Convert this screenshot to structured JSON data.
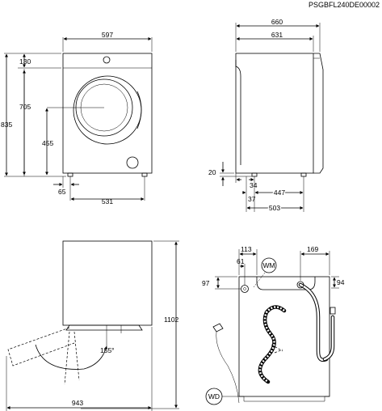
{
  "doc_code": "PSGBFL240DE00002",
  "front": {
    "width": "597",
    "height_total": "835",
    "top_panel": "130",
    "door_center": "705",
    "door_bottom": "455",
    "feet_width": "531",
    "foot_offset": "65"
  },
  "side": {
    "depth_total": "660",
    "depth_body": "631",
    "foot_height": "20",
    "foot_front": "34",
    "foot_rear_offset": "37",
    "foot_span": "447",
    "depth_feet": "503"
  },
  "top": {
    "door_sweep": "943",
    "door_angle": "155°",
    "height_open": "1102"
  },
  "rear": {
    "inlet_x": "113",
    "inlet_x2": "61",
    "drain_x": "169",
    "inlet_y": "97",
    "drain_y": "94",
    "label_wm": "WM",
    "label_wd": "WD"
  }
}
